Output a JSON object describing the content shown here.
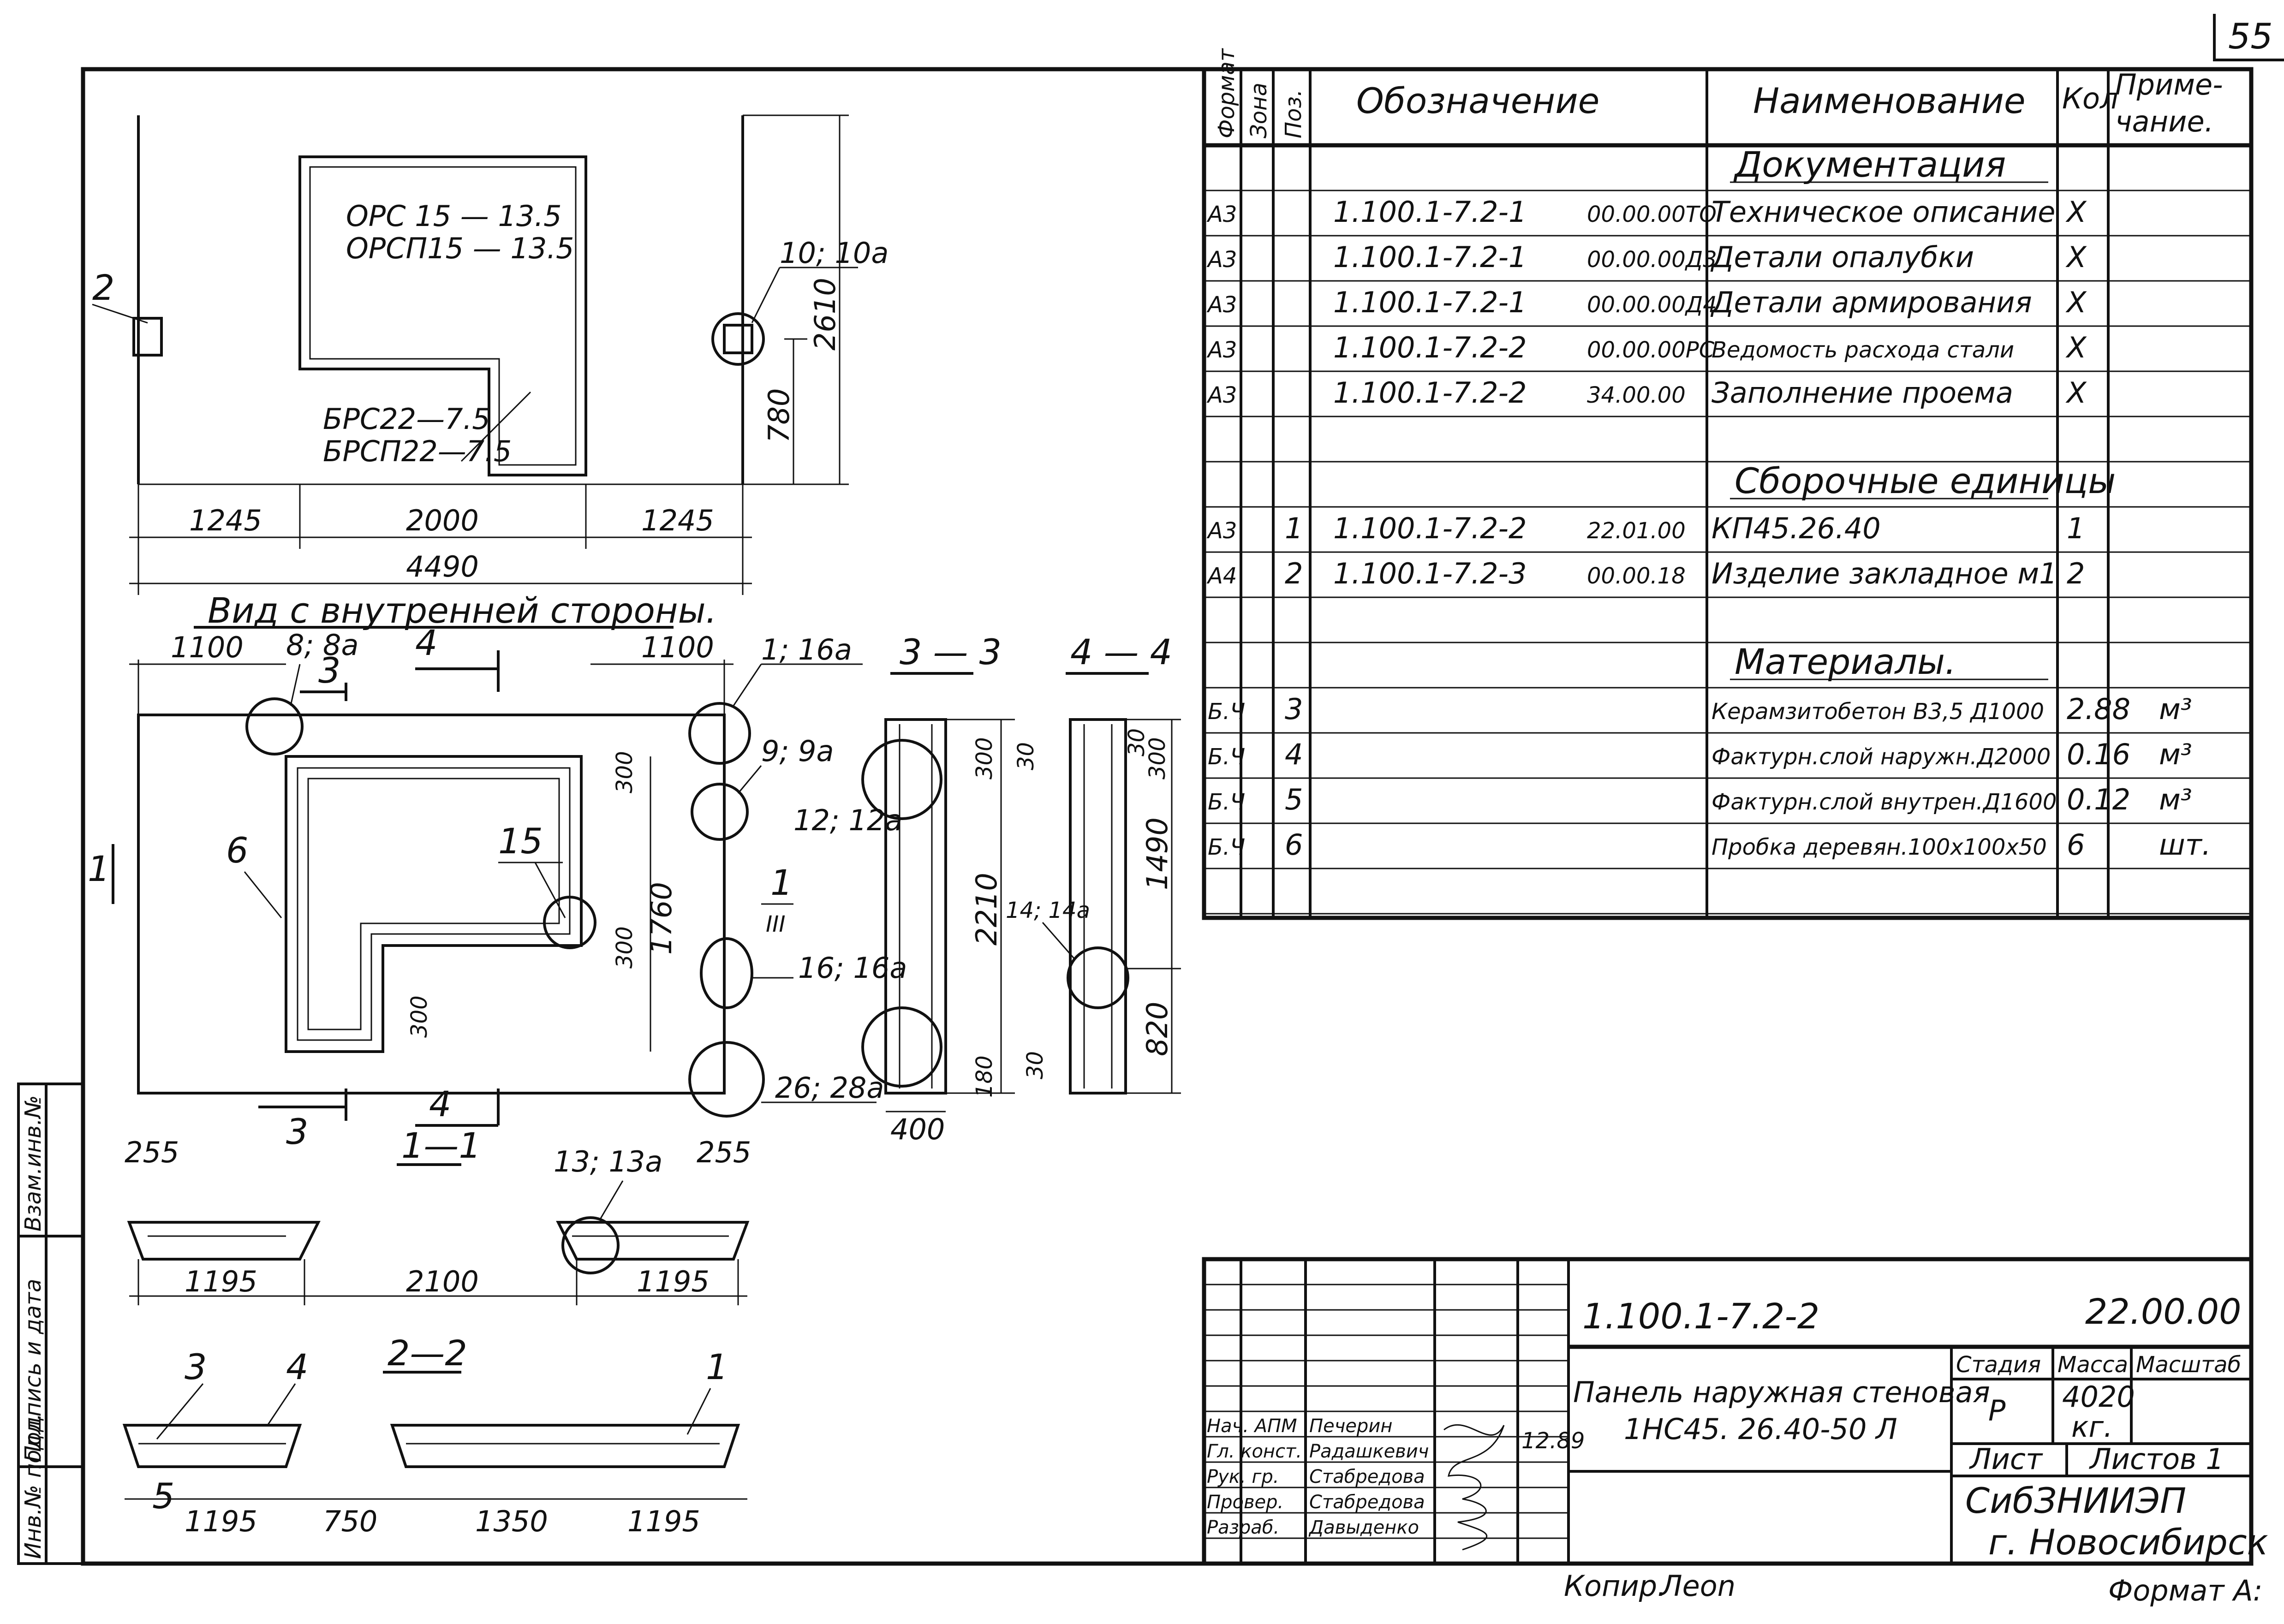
{
  "sheet": {
    "page_number": "55",
    "copy_label": "Копир.",
    "copy_sign": "Леоn",
    "format_label": "Формат А:"
  },
  "left_stamp": {
    "inv_no": "Инв.№ подл.",
    "signature_date": "Подпись и дата",
    "replace_inv": "Взам.инв.№"
  },
  "spec": {
    "headers": {
      "format": "Формат",
      "zone": "Зона",
      "pos": "Поз.",
      "designation": "Обозначение",
      "name": "Наименование",
      "qty": "Кол",
      "note_1": "Приме-",
      "note_2": "чание."
    },
    "rows": [
      {
        "format": "",
        "zone": "",
        "pos": "",
        "code": "",
        "suffix": "",
        "name": "Документация",
        "qty": "",
        "note": "",
        "section": true
      },
      {
        "format": "А3",
        "zone": "",
        "pos": "",
        "code": "1.100.1-7.2-1",
        "suffix": "00.00.00ТО",
        "name": "Техническое описание",
        "qty": "X",
        "note": "",
        "section": false
      },
      {
        "format": "А3",
        "zone": "",
        "pos": "",
        "code": "1.100.1-7.2-1",
        "suffix": "00.00.00Д3",
        "name": "Детали опалубки",
        "qty": "X",
        "note": "",
        "section": false
      },
      {
        "format": "А3",
        "zone": "",
        "pos": "",
        "code": "1.100.1-7.2-1",
        "suffix": "00.00.00Д4",
        "name": "Детали армирования",
        "qty": "X",
        "note": "",
        "section": false
      },
      {
        "format": "А3",
        "zone": "",
        "pos": "",
        "code": "1.100.1-7.2-2",
        "suffix": "00.00.00РС",
        "name": "Ведомость расхода стали",
        "qty": "X",
        "note": "",
        "section": false
      },
      {
        "format": "А3",
        "zone": "",
        "pos": "",
        "code": "1.100.1-7.2-2",
        "suffix": "34.00.00",
        "name": "Заполнение проема",
        "qty": "X",
        "note": "",
        "section": false
      },
      {
        "format": "",
        "zone": "",
        "pos": "",
        "code": "",
        "suffix": "",
        "name": "",
        "qty": "",
        "note": "",
        "section": false
      },
      {
        "format": "",
        "zone": "",
        "pos": "",
        "code": "",
        "suffix": "",
        "name": "Сборочные единицы",
        "qty": "",
        "note": "",
        "section": true
      },
      {
        "format": "А3",
        "zone": "",
        "pos": "1",
        "code": "1.100.1-7.2-2",
        "suffix": "22.01.00",
        "name": "КП45.26.40",
        "qty": "1",
        "note": "",
        "section": false
      },
      {
        "format": "А4",
        "zone": "",
        "pos": "2",
        "code": "1.100.1-7.2-3",
        "suffix": "00.00.18",
        "name": "Изделие закладное м1",
        "qty": "2",
        "note": "",
        "section": false
      },
      {
        "format": "",
        "zone": "",
        "pos": "",
        "code": "",
        "suffix": "",
        "name": "",
        "qty": "",
        "note": "",
        "section": false
      },
      {
        "format": "",
        "zone": "",
        "pos": "",
        "code": "",
        "suffix": "",
        "name": "Материалы.",
        "qty": "",
        "note": "",
        "section": true
      },
      {
        "format": "Б.Ч",
        "zone": "",
        "pos": "3",
        "code": "",
        "suffix": "",
        "name": "Керамзитобетон В3,5 Д1000",
        "qty": "2.88",
        "note": "м³",
        "section": false
      },
      {
        "format": "Б.Ч",
        "zone": "",
        "pos": "4",
        "code": "",
        "suffix": "",
        "name": "Фактурн.слой наружн.Д2000",
        "qty": "0.16",
        "note": "м³",
        "section": false
      },
      {
        "format": "Б.Ч",
        "zone": "",
        "pos": "5",
        "code": "",
        "suffix": "",
        "name": "Фактурн.слой внутрен.Д1600",
        "qty": "0.12",
        "note": "м³",
        "section": false
      },
      {
        "format": "Б.Ч",
        "zone": "",
        "pos": "6",
        "code": "",
        "suffix": "",
        "name": "Пробка деревян.100х100х50",
        "qty": "6",
        "note": "шт.",
        "section": false
      },
      {
        "format": "",
        "zone": "",
        "pos": "",
        "code": "",
        "suffix": "",
        "name": "",
        "qty": "",
        "note": "",
        "section": false
      }
    ]
  },
  "views": {
    "top": {
      "window_lines": [
        "ОРС 15 — 13.5",
        "ОРСП15 — 13.5"
      ],
      "door_lines": [
        "БРС22—7.5",
        "БРСП22—7.5"
      ],
      "pos_2": "2",
      "callout_10": "10; 10а",
      "dim_2610": "2610",
      "dim_780": "780",
      "dims_bottom": [
        "1245",
        "2000",
        "1245"
      ],
      "dim_total": "4490"
    },
    "inner": {
      "title": "Вид с внутренней стороны.",
      "dim_1100_left": "1100",
      "dim_1100_right": "1100",
      "callout_8": "8; 8а",
      "sec_3": "3",
      "sec_4": "4",
      "callout_1": "1; 16а",
      "callout_9": "9; 9а",
      "callout_12": "12; 12а",
      "label_6": "6",
      "label_15": "15",
      "dim_300_top": "300",
      "dim_300_mid": "300",
      "dim_300_bot": "300",
      "dim_1760": "1760",
      "mark_1": "1",
      "node_1": "1",
      "node_iii": "III",
      "callout_16": "16; 16а",
      "callout_26": "26; 28а",
      "sec_3_bottom": "3",
      "sec_4_bottom": "4"
    },
    "section_1_1": {
      "title": "1—1",
      "dim_255_left": "255",
      "dim_255_right": "255",
      "callout_13": "13; 13а",
      "dims": [
        "1195",
        "2100",
        "1195"
      ]
    },
    "section_2_2": {
      "title": "2—2",
      "label_3": "3",
      "label_4": "4",
      "label_1": "1",
      "label_5": "5",
      "dims": [
        "1195",
        "750",
        "1350",
        "1195"
      ]
    },
    "section_3_3": {
      "title": "3 — 3",
      "dim_300": "300",
      "dim_30": "30",
      "dim_2210": "2210",
      "dim_180": "180",
      "dim_400": "400"
    },
    "section_4_4": {
      "title": "4 — 4",
      "dim_300": "300",
      "dim_30": "30",
      "dim_1490": "1490",
      "callout_14": "14; 14а",
      "dim_820": "820",
      "dim_30_bot": "30"
    }
  },
  "title_block": {
    "code": "1.100.1-7.2-2",
    "code_suffix": "22.00.00",
    "name_1": "Панель наружная стеновая",
    "name_2": "1НС45. 26.40-50 Л",
    "stage_hdr": "Стадия",
    "mass_hdr": "Масса",
    "scale_hdr": "Масштаб",
    "stage": "Р",
    "mass": "4020",
    "mass_unit": "кг.",
    "sheet_hdr": "Лист",
    "sheets_hdr": "Листов 1",
    "org_1": "СибЗНИИЭП",
    "org_2": "г. Новосибирск",
    "date": "12.89",
    "people": [
      {
        "role": "Нач. АПМ",
        "name": "Печерин"
      },
      {
        "role": "Гл. конст.",
        "name": "Радашкевич"
      },
      {
        "role": "Рук. гр.",
        "name": "Стабредова"
      },
      {
        "role": "Провер.",
        "name": "Стабредова"
      },
      {
        "role": "Разраб.",
        "name": "Давыденко"
      }
    ]
  }
}
